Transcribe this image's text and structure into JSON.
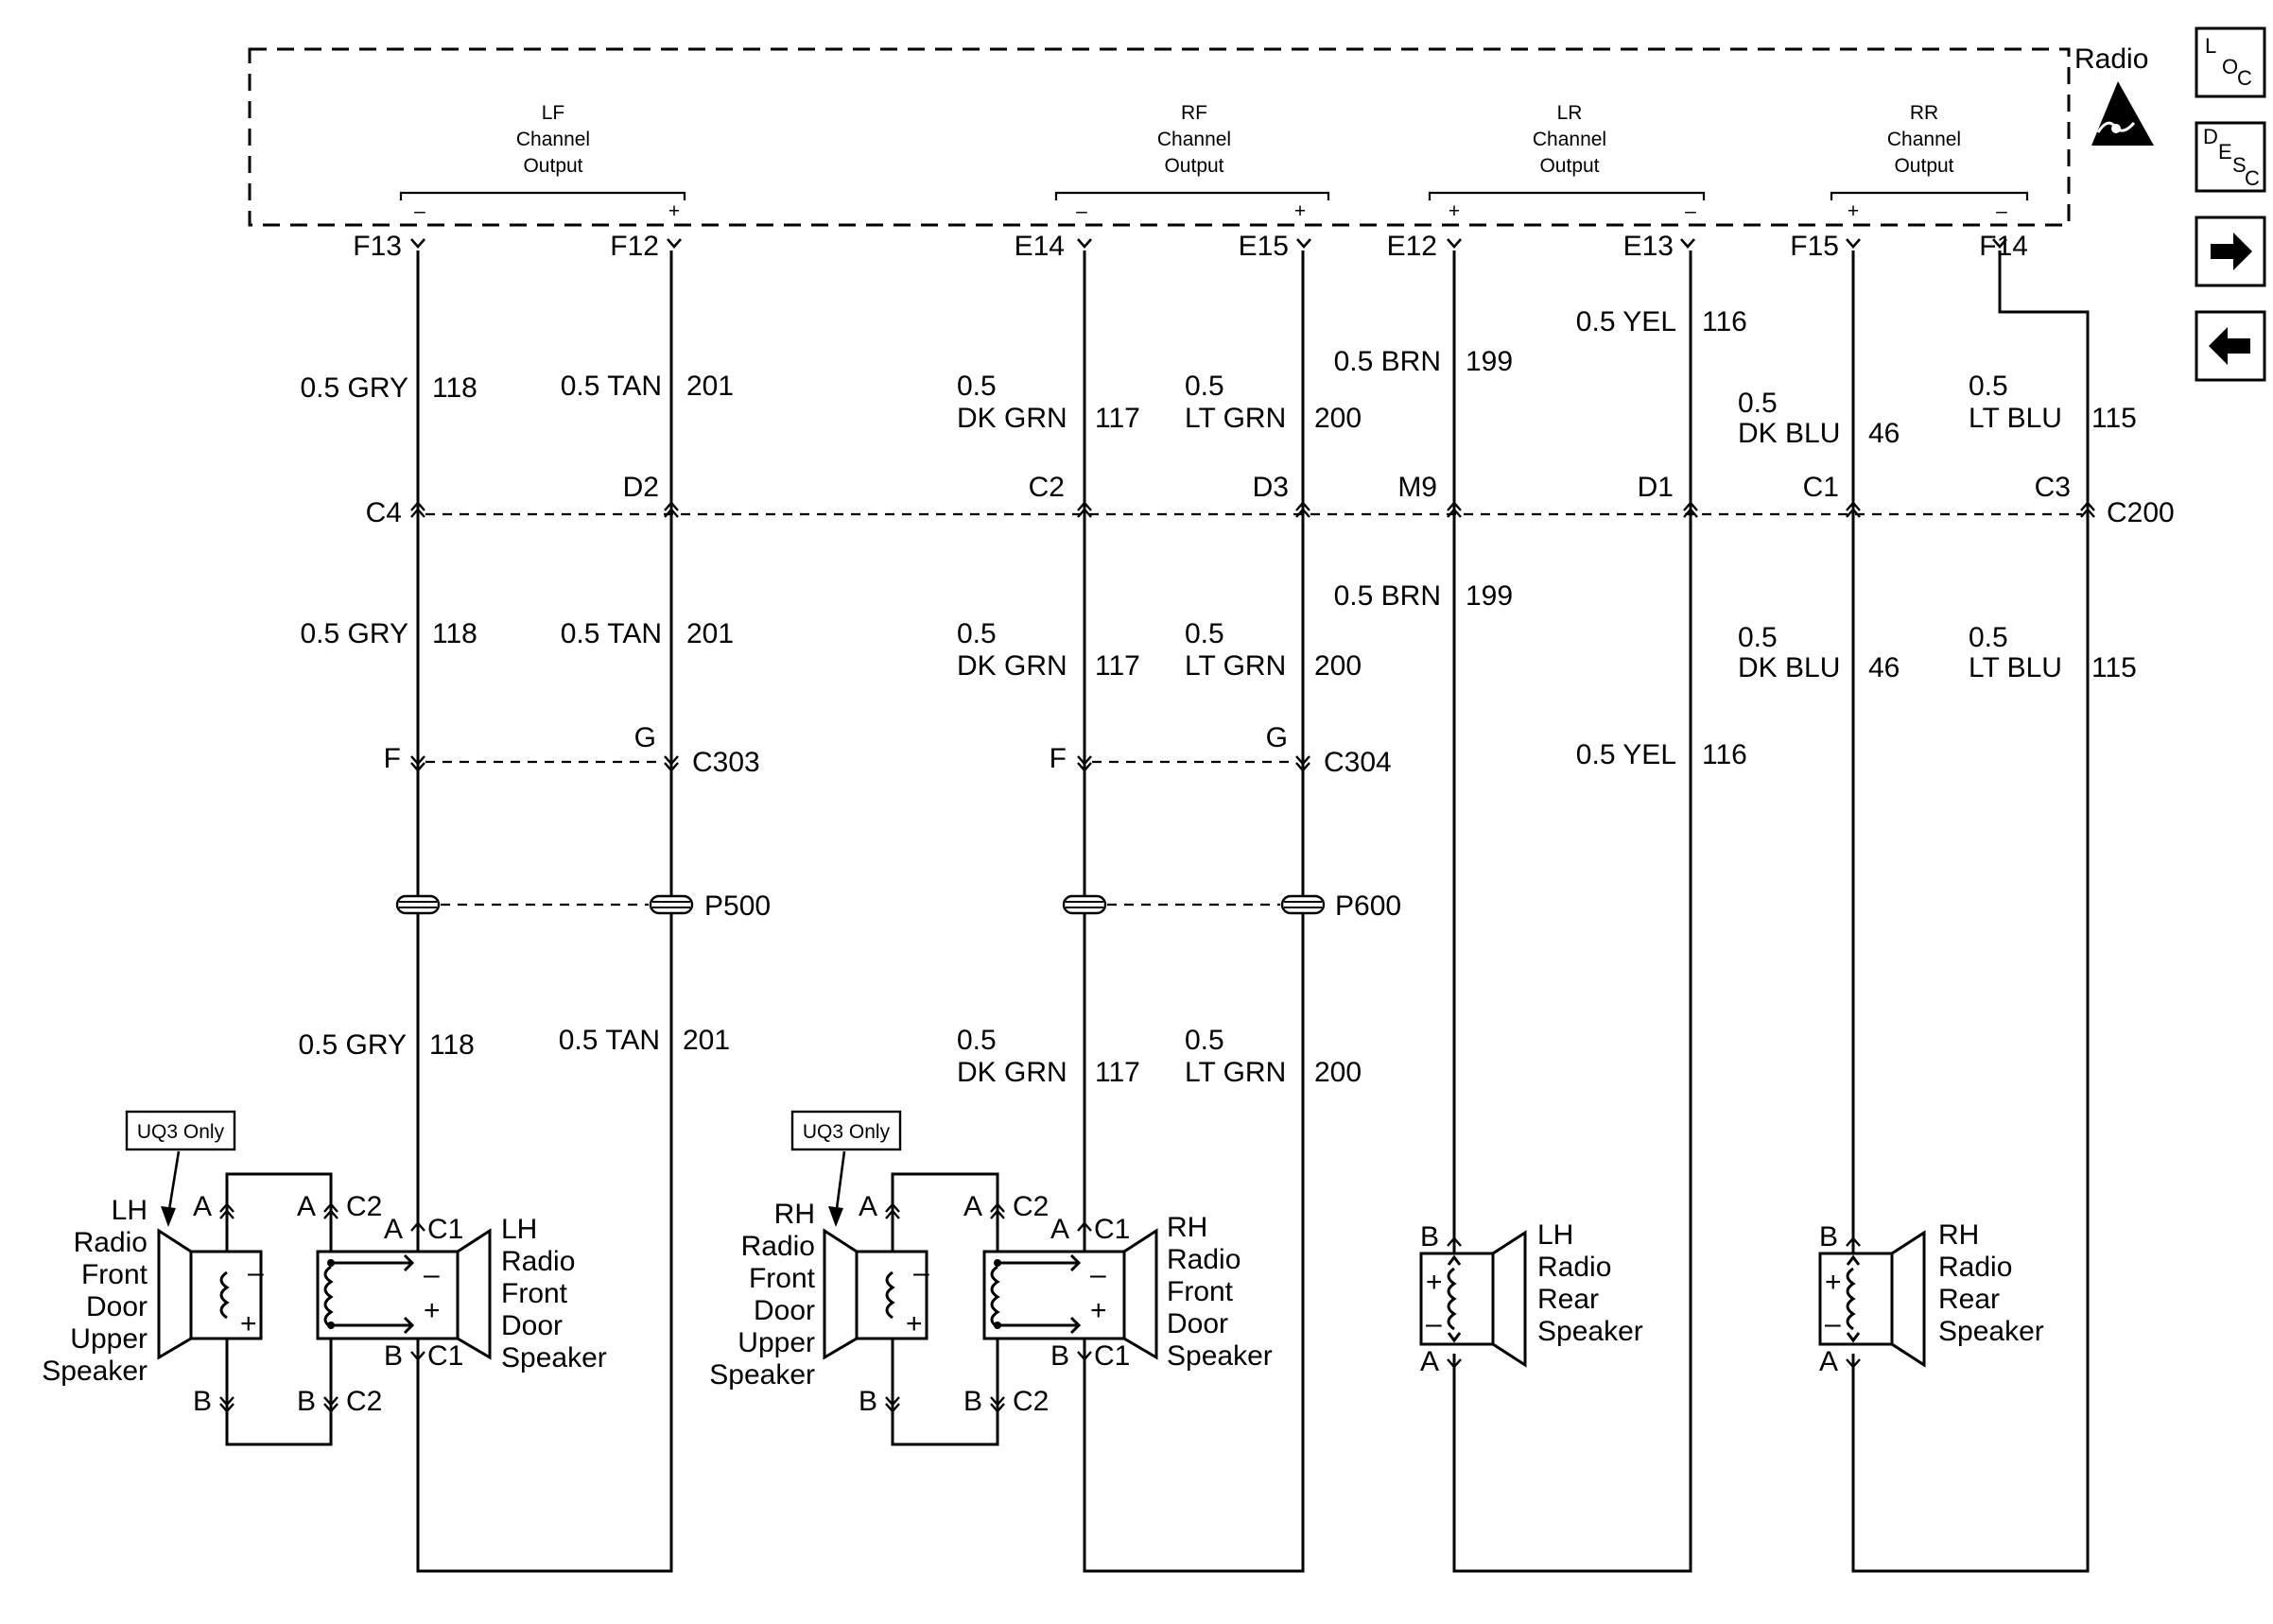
{
  "radio": {
    "title": "Radio",
    "channels": [
      {
        "lines": [
          "LF",
          "Channel",
          "Output"
        ],
        "left_sign": "–",
        "right_sign": "+"
      },
      {
        "lines": [
          "RF",
          "Channel",
          "Output"
        ],
        "left_sign": "–",
        "right_sign": "+"
      },
      {
        "lines": [
          "LR",
          "Channel",
          "Output"
        ],
        "left_sign": "+",
        "right_sign": "–"
      },
      {
        "lines": [
          "RR",
          "Channel",
          "Output"
        ],
        "left_sign": "+",
        "right_sign": "–"
      }
    ],
    "pins": [
      "F13",
      "F12",
      "E14",
      "E15",
      "E12",
      "E13",
      "F15",
      "F14"
    ]
  },
  "nav": {
    "loc": {
      "a": "L",
      "b": "O",
      "c": "C"
    },
    "desc": {
      "a": "D",
      "b": "E",
      "c": "S",
      "d": "C"
    },
    "forward_icon": "arrow-right-icon",
    "back_icon": "arrow-left-icon",
    "esd_icon": "esd-warning-icon"
  },
  "wires": {
    "upper": [
      {
        "size": "0.5 GRY",
        "circuit": "118"
      },
      {
        "size": "0.5 TAN",
        "circuit": "201"
      },
      {
        "size": "0.5",
        "color": "DK GRN",
        "circuit": "117"
      },
      {
        "size": "0.5",
        "color": "LT GRN",
        "circuit": "200"
      },
      {
        "size": "0.5 BRN",
        "circuit": "199"
      },
      {
        "size": "0.5 YEL",
        "circuit": "116"
      },
      {
        "size": "0.5",
        "color": "DK BLU",
        "circuit": "46"
      },
      {
        "size": "0.5",
        "color": "LT BLU",
        "circuit": "115"
      }
    ],
    "middle": [
      {
        "size": "0.5 GRY",
        "circuit": "118"
      },
      {
        "size": "0.5 TAN",
        "circuit": "201"
      },
      {
        "size": "0.5",
        "color": "DK GRN",
        "circuit": "117"
      },
      {
        "size": "0.5",
        "color": "LT GRN",
        "circuit": "200"
      },
      {
        "size": "0.5 BRN",
        "circuit": "199"
      },
      {
        "size": "0.5 YEL",
        "circuit": "116"
      },
      {
        "size": "0.5",
        "color": "DK BLU",
        "circuit": "46"
      },
      {
        "size": "0.5",
        "color": "LT BLU",
        "circuit": "115"
      }
    ],
    "lower": [
      {
        "size": "0.5 GRY",
        "circuit": "118"
      },
      {
        "size": "0.5 TAN",
        "circuit": "201"
      },
      {
        "size": "0.5",
        "color": "DK GRN",
        "circuit": "117"
      },
      {
        "size": "0.5",
        "color": "LT GRN",
        "circuit": "200"
      }
    ]
  },
  "c200": {
    "name": "C200",
    "pins": [
      "C4",
      "D2",
      "C2",
      "D3",
      "M9",
      "D1",
      "C1",
      "C3"
    ]
  },
  "c303": {
    "name": "C303",
    "pin_a": "F",
    "pin_b": "G"
  },
  "c304": {
    "name": "C304",
    "pin_a": "F",
    "pin_b": "G"
  },
  "p500": "P500",
  "p600": "P600",
  "lf": {
    "tag": "UQ3 Only",
    "upper_speaker": [
      "LH",
      "Radio",
      "Front",
      "Door",
      "Upper",
      "Speaker"
    ],
    "door_speaker": [
      "LH",
      "Radio",
      "Front",
      "Door",
      "Speaker"
    ],
    "c1": "C1",
    "c2": "C2",
    "a": "A",
    "b": "B",
    "minus": "–",
    "plus": "+"
  },
  "rf": {
    "tag": "UQ3 Only",
    "upper_speaker": [
      "RH",
      "Radio",
      "Front",
      "Door",
      "Upper",
      "Speaker"
    ],
    "door_speaker": [
      "RH",
      "Radio",
      "Front",
      "Door",
      "Speaker"
    ],
    "c1": "C1",
    "c2": "C2",
    "a": "A",
    "b": "B",
    "minus": "–",
    "plus": "+"
  },
  "lr": {
    "speaker": [
      "LH",
      "Radio",
      "Rear",
      "Speaker"
    ],
    "a": "A",
    "b": "B",
    "plus": "+",
    "minus": "–"
  },
  "rr": {
    "speaker": [
      "RH",
      "Radio",
      "Rear",
      "Speaker"
    ],
    "a": "A",
    "b": "B",
    "plus": "+",
    "minus": "–"
  }
}
